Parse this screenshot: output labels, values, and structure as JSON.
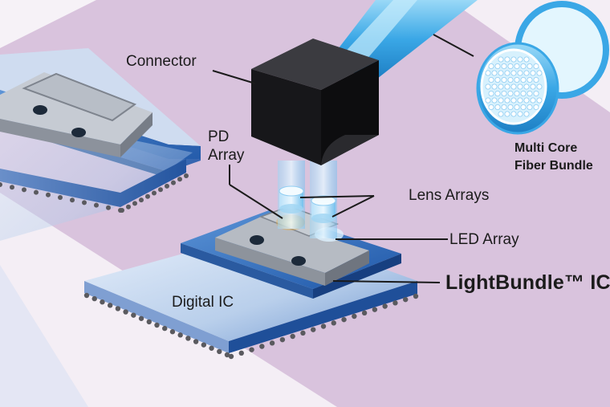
{
  "diagram": {
    "labels": {
      "connector": "Connector",
      "pd_array_line1": "PD",
      "pd_array_line2": "Array",
      "lens_arrays": "Lens Arrays",
      "led_array": "LED Array",
      "lightbundle_ic": "LightBundle™ IC",
      "digital_ic": "Digital IC",
      "fiber_line1": "Multi Core",
      "fiber_line2": "Fiber Bundle"
    }
  },
  "colors": {
    "background_band": "#d9c3dd",
    "background_light": "#f4eef5",
    "connector": "#1a1a1c",
    "fiber": "#4fb8ec",
    "ic_blue": "#2f6fc0",
    "substrate": "#c9d9ef",
    "chip_gray": "#a9adb4"
  }
}
